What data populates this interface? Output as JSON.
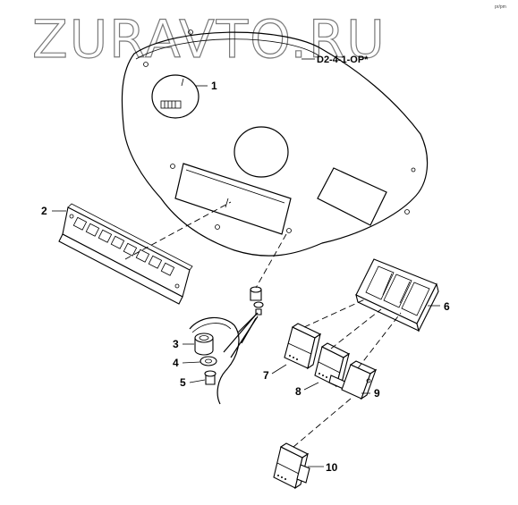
{
  "watermark": "ZURAVTO.RU",
  "diagram_code": "D2-4-1-OP*",
  "corner_mark": "pr/pm",
  "callouts": [
    "1",
    "2",
    "3",
    "4",
    "5",
    "6",
    "7",
    "8",
    "9",
    "10"
  ]
}
